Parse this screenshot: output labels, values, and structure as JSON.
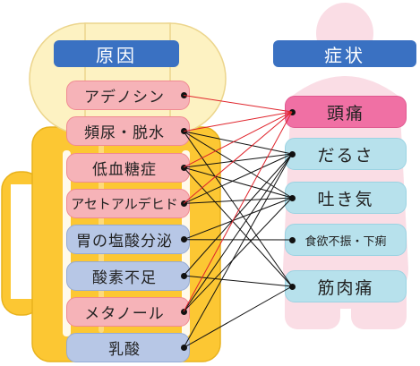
{
  "headers": {
    "causes": "原因",
    "symptoms": "症状"
  },
  "causes": [
    {
      "label": "アデノシン",
      "style": "red"
    },
    {
      "label": "頻尿・脱水",
      "style": "red"
    },
    {
      "label": "低血糖症",
      "style": "red"
    },
    {
      "label": "アセトアルデヒド",
      "style": "red"
    },
    {
      "label": "胃の塩酸分泌",
      "style": "blue"
    },
    {
      "label": "酸素不足",
      "style": "blue"
    },
    {
      "label": "メタノール",
      "style": "red"
    },
    {
      "label": "乳酸",
      "style": "blue"
    }
  ],
  "symptoms": [
    {
      "label": "頭痛",
      "style": "pink"
    },
    {
      "label": "だるさ",
      "style": "cyan"
    },
    {
      "label": "吐き気",
      "style": "cyan"
    },
    {
      "label": "食欲不振・下痢",
      "style": "cyan"
    },
    {
      "label": "筋肉痛",
      "style": "cyan"
    }
  ],
  "links": [
    {
      "from": 0,
      "to": 0,
      "color": "red"
    },
    {
      "from": 1,
      "to": 0,
      "color": "red"
    },
    {
      "from": 2,
      "to": 0,
      "color": "red"
    },
    {
      "from": 3,
      "to": 0,
      "color": "red"
    },
    {
      "from": 6,
      "to": 0,
      "color": "red"
    },
    {
      "from": 1,
      "to": 1,
      "color": "black"
    },
    {
      "from": 1,
      "to": 2,
      "color": "black"
    },
    {
      "from": 1,
      "to": 4,
      "color": "black"
    },
    {
      "from": 2,
      "to": 1,
      "color": "black"
    },
    {
      "from": 2,
      "to": 2,
      "color": "black"
    },
    {
      "from": 2,
      "to": 4,
      "color": "black"
    },
    {
      "from": 3,
      "to": 1,
      "color": "black"
    },
    {
      "from": 3,
      "to": 2,
      "color": "black"
    },
    {
      "from": 4,
      "to": 2,
      "color": "black"
    },
    {
      "from": 4,
      "to": 3,
      "color": "black"
    },
    {
      "from": 5,
      "to": 1,
      "color": "black"
    },
    {
      "from": 5,
      "to": 4,
      "color": "black"
    },
    {
      "from": 6,
      "to": 1,
      "color": "black"
    },
    {
      "from": 6,
      "to": 2,
      "color": "black"
    },
    {
      "from": 7,
      "to": 1,
      "color": "black"
    },
    {
      "from": 7,
      "to": 4,
      "color": "black"
    }
  ],
  "colors": {
    "red_link": "#e0242c",
    "black_link": "#111111",
    "mug": "#fcc733",
    "foam": "#fdf2c2",
    "body_silhouette": "#fadde5"
  }
}
